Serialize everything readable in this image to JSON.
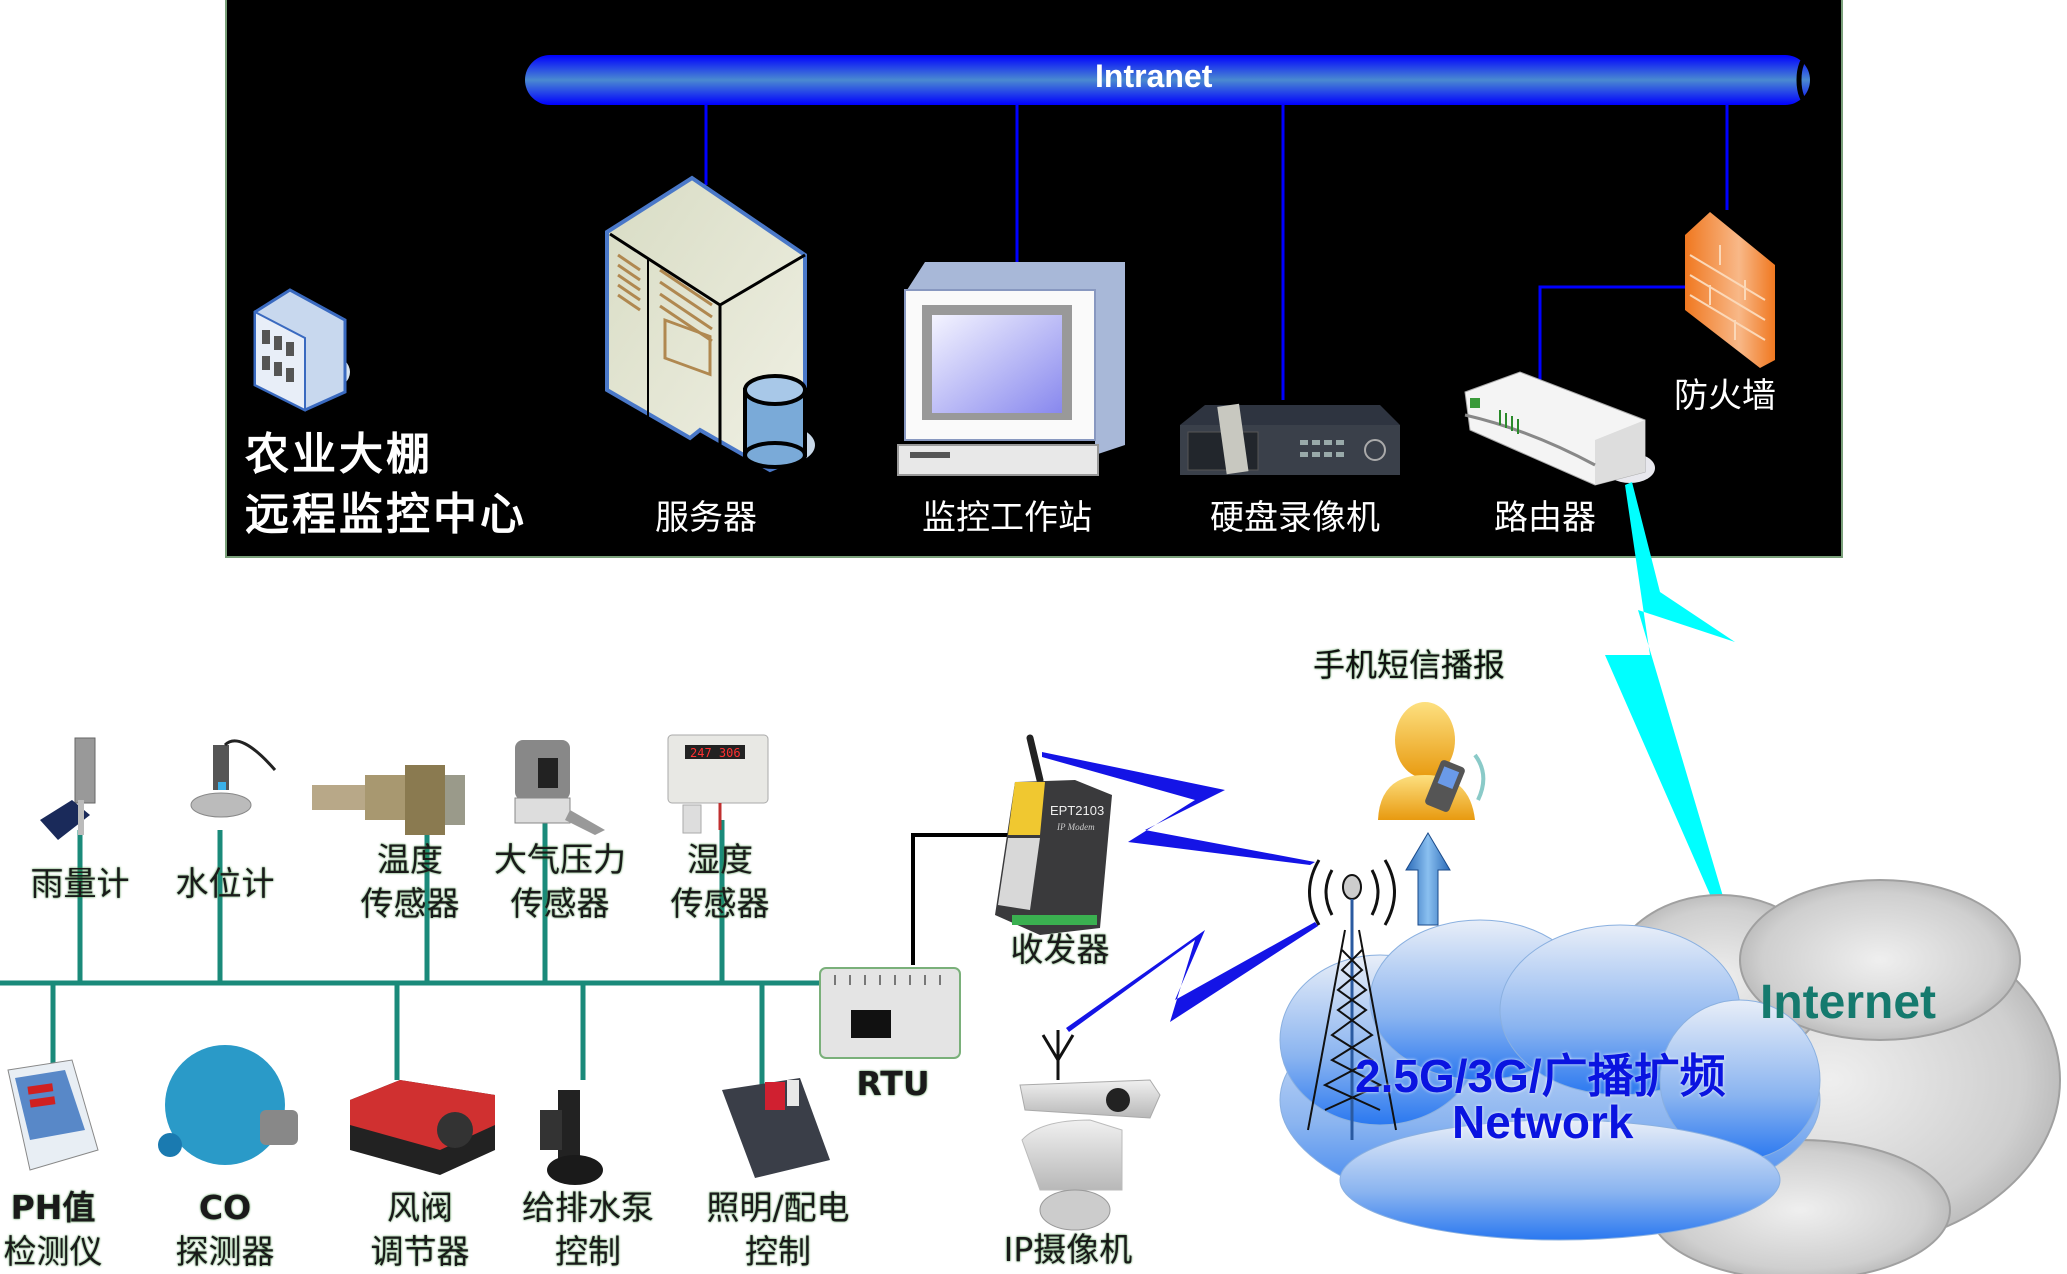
{
  "control_center": {
    "title_line1": "农业大棚",
    "title_line2": "远程监控中心",
    "network_label": "Intranet",
    "devices": [
      {
        "id": "server",
        "label": "服务器",
        "icon": "server-icon"
      },
      {
        "id": "workstation",
        "label": "监控工作站",
        "icon": "monitor-workstation-icon"
      },
      {
        "id": "dvr",
        "label": "硬盘录像机",
        "icon": "dvr-icon"
      },
      {
        "id": "router",
        "label": "路由器",
        "icon": "router-icon"
      },
      {
        "id": "firewall",
        "label": "防火墙",
        "icon": "firewall-icon"
      }
    ]
  },
  "field_sensors_top": [
    {
      "id": "rain-gauge",
      "line1": "雨量计",
      "line2": "",
      "icon": "rain-gauge-icon"
    },
    {
      "id": "water-level",
      "line1": "水位计",
      "line2": "",
      "icon": "water-level-meter-icon"
    },
    {
      "id": "temperature",
      "line1": "温度",
      "line2": "传感器",
      "icon": "temperature-sensor-icon"
    },
    {
      "id": "pressure",
      "line1": "大气压力",
      "line2": "传感器",
      "icon": "pressure-sensor-icon"
    },
    {
      "id": "humidity",
      "line1": "湿度",
      "line2": "传感器",
      "icon": "humidity-sensor-icon"
    }
  ],
  "field_devices_bottom": [
    {
      "id": "ph",
      "line1": "PH值",
      "line2": "检测仪",
      "icon": "ph-meter-icon"
    },
    {
      "id": "co",
      "line1": "CO",
      "line2": "探测器",
      "icon": "co-detector-icon"
    },
    {
      "id": "damper",
      "line1": "风阀",
      "line2": "调节器",
      "icon": "air-damper-actuator-icon"
    },
    {
      "id": "pump",
      "line1": "给排水泵",
      "line2": "控制",
      "icon": "water-pump-icon"
    },
    {
      "id": "lighting",
      "line1": "照明/配电",
      "line2": "控制",
      "icon": "power-distribution-box-icon"
    }
  ],
  "rtu": {
    "label": "RTU",
    "icon": "rtu-controller-icon"
  },
  "transceiver": {
    "label": "收发器",
    "model": "EPT2103",
    "model_sub": "IP Modem",
    "icon": "ip-modem-icon"
  },
  "ip_camera": {
    "label": "IP摄像机",
    "icon": "ptz-camera-icon"
  },
  "sms": {
    "label": "手机短信播报",
    "icon": "person-phone-icon"
  },
  "mobile_network": {
    "line1": "2.5G/3G/广播扩频",
    "line2": "Network"
  },
  "internet": {
    "label": "Internet"
  },
  "colors": {
    "bus_line": "#1a8a7a",
    "intranet_pipe": "#1010e8",
    "wireless_blue": "#1414e6",
    "wireless_cyan": "#00ffff",
    "internet_text": "#157a6e",
    "network_text": "#0a14e0"
  }
}
